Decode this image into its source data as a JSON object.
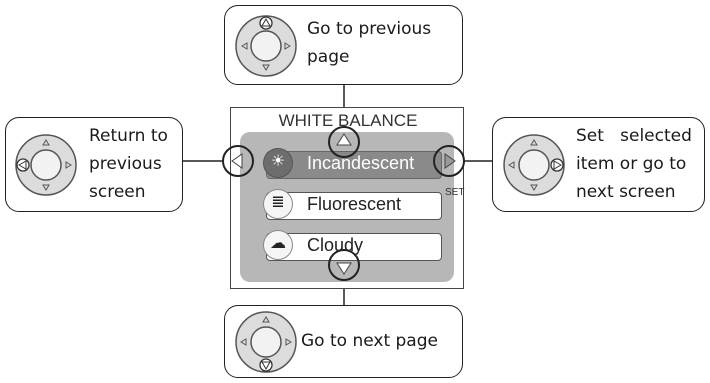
{
  "screen": {
    "title": "WHITE BALANCE",
    "set_label": "SET",
    "items": [
      {
        "label": "Incandescent",
        "icon": "incandescent-icon",
        "selected": true
      },
      {
        "label": "Fluorescent",
        "icon": "fluorescent-icon",
        "selected": false
      },
      {
        "label": "Cloudy",
        "icon": "cloudy-icon",
        "selected": false
      }
    ]
  },
  "callouts": {
    "top": {
      "line1": "Go to previous",
      "line2": "page"
    },
    "left": {
      "line1": "Return to",
      "line2": "previous",
      "line3": "screen"
    },
    "right": {
      "line1": "Set   selected",
      "line2": "item or go to",
      "line3": "next screen"
    },
    "bottom": {
      "line1": "Go to next page"
    }
  }
}
